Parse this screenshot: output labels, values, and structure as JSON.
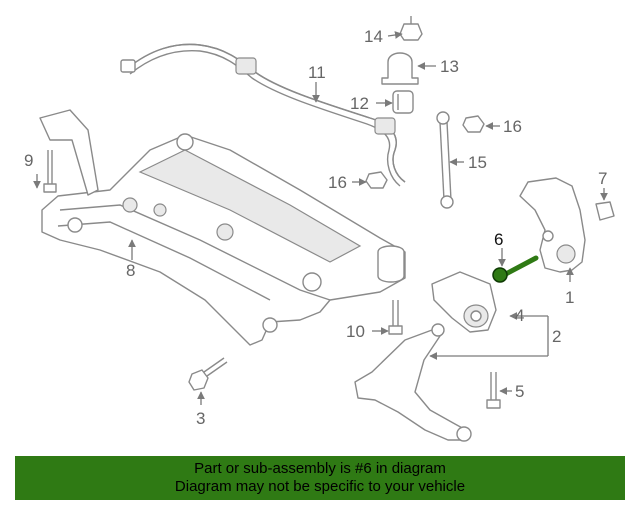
{
  "callouts": {
    "c1": "1",
    "c2": "2",
    "c3": "3",
    "c4": "4",
    "c5": "5",
    "c6": "6",
    "c7": "7",
    "c8": "8",
    "c9": "9",
    "c10": "10",
    "c11": "11",
    "c12": "12",
    "c13": "13",
    "c14": "14",
    "c15": "15",
    "c16a": "16",
    "c16b": "16"
  },
  "highlight": {
    "part": "6",
    "color": "#2f7a14"
  },
  "banner": {
    "line1": "Part or sub-assembly is #6 in diagram",
    "line2": "Diagram may not be specific to your vehicle",
    "background": "#2f7a14"
  }
}
